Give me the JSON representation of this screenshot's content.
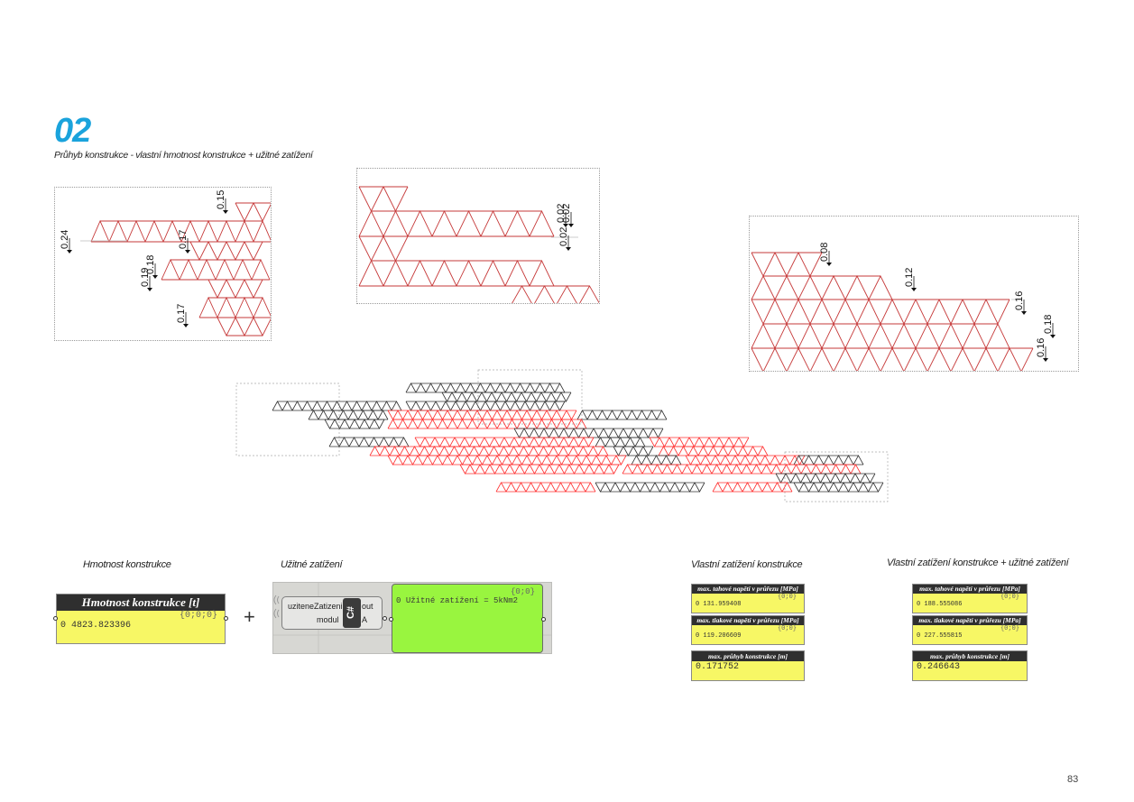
{
  "section": {
    "number": "02",
    "subtitle": "Průhyb konstrukce - vlastní hmotnost konstrukce + užitné zatížení"
  },
  "dimension_labels": {
    "view1": [
      "0.15",
      "0.24",
      "0.17",
      "0.18",
      "0.19",
      "0.17"
    ],
    "view2": [
      "0.02",
      "0.02",
      "0.02"
    ],
    "view3": [
      "0.08",
      "0.12",
      "0.16",
      "0.18",
      "0.16"
    ]
  },
  "captions": {
    "mass": "Hmotnost konstrukce",
    "live_load": "Užitné zatížení",
    "self_load": "Vlastní zatížení konstrukce",
    "self_plus_live": "Vlastní zatížení konstrukce + užitné zatížení"
  },
  "plus_sign": "+",
  "mass_panel": {
    "title": "Hmotnost konstrukce [t]",
    "path": "{0;0;0}",
    "index": "0",
    "value": "4823.823396"
  },
  "component": {
    "input_1": "uziteneZatizeni",
    "input_2": "modul",
    "icon": "C#",
    "output_1": "out",
    "output_2": "A"
  },
  "live_panel": {
    "path": "{0;0}",
    "index": "0",
    "value": "Užitné zatížení = 5kNm2"
  },
  "results_self": [
    {
      "title": "max. tahové napětí v průřezu  [MPa]",
      "path": "{0;0}",
      "index": "0",
      "value": "131.959408"
    },
    {
      "title": "max. tlakové napětí v průřezu  [MPa]",
      "path": "{0;0}",
      "index": "0",
      "value": "119.206609"
    },
    {
      "title": "max. průhyb konstrukce [m]",
      "path": "",
      "index": "",
      "value": "0.171752"
    }
  ],
  "results_total": [
    {
      "title": "max. tahové napětí v průřezu  [MPa]",
      "path": "{0;0}",
      "index": "0",
      "value": "188.555086"
    },
    {
      "title": "max. tlakové napětí v průřezu  [MPa]",
      "path": "{0;0}",
      "index": "0",
      "value": "227.555815"
    },
    {
      "title": "max. průhyb konstrukce [m]",
      "path": "",
      "index": "",
      "value": "0.246643"
    }
  ],
  "page_number": "83",
  "colors": {
    "accent": "#1aa3dc",
    "truss_red": "#c63a3a",
    "truss_bright_red": "#ff3030",
    "truss_dark": "#333333",
    "panel_yellow": "#f7f765",
    "panel_green": "#99f53f",
    "panel_header": "#2f2f2f"
  }
}
